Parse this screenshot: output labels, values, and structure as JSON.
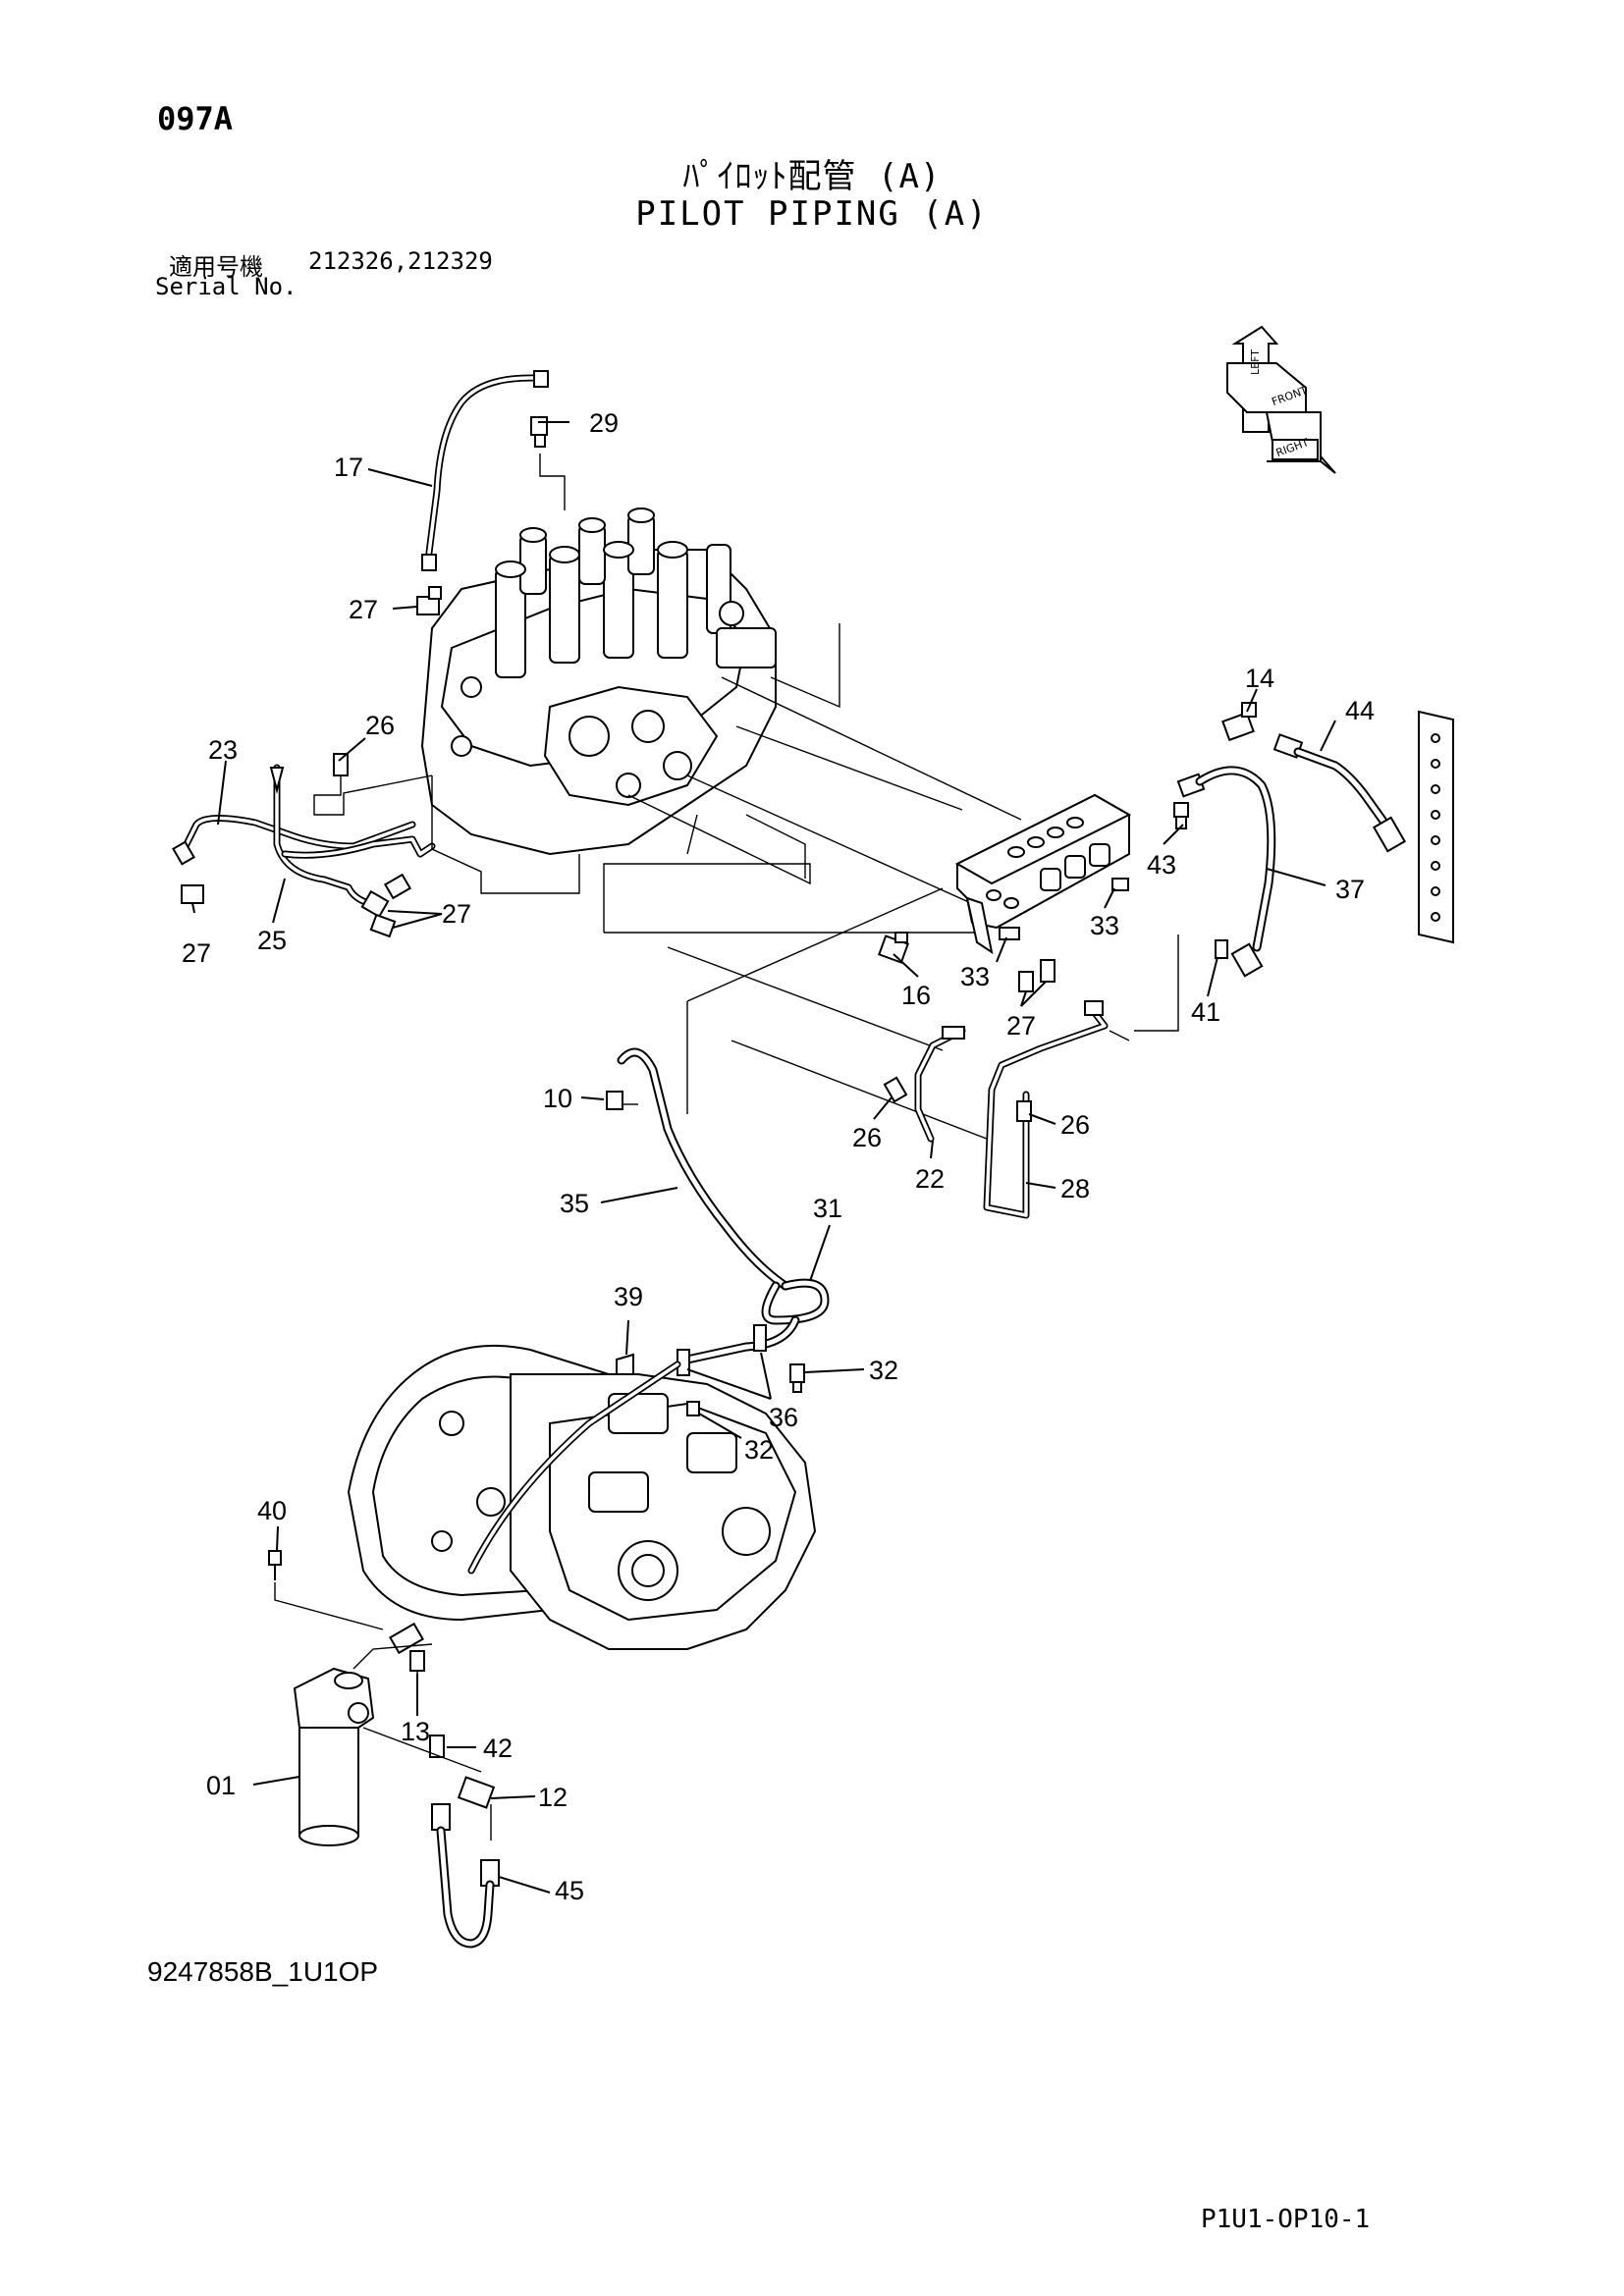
{
  "header": {
    "page_code": "097A",
    "title_jp": "ﾊﾟｲﾛｯﾄ配管 (A)",
    "title_en": "PILOT PIPING (A)",
    "serial_label_jp": "適用号機",
    "serial_values": "212326,212329",
    "serial_label_en": "Serial No."
  },
  "footer": {
    "drawing_code": "9247858B_1U1OP",
    "page_ref": "P1U1-OP10-1"
  },
  "orientation_icon": {
    "labels": [
      "LEFT",
      "FRONT",
      "RIGHT"
    ]
  },
  "callouts": [
    "29",
    "17",
    "27",
    "26",
    "23",
    "27",
    "25",
    "27",
    "14",
    "44",
    "43",
    "37",
    "33",
    "33",
    "16",
    "27",
    "41",
    "10",
    "26",
    "26",
    "22",
    "28",
    "35",
    "31",
    "39",
    "32",
    "36",
    "32",
    "40",
    "13",
    "42",
    "01",
    "12",
    "45"
  ]
}
